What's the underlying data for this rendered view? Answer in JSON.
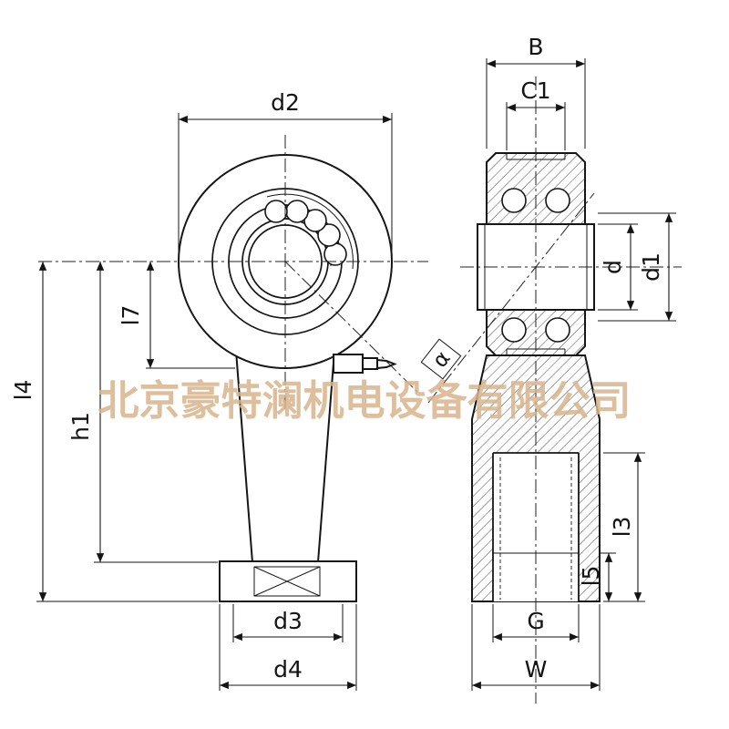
{
  "watermark": {
    "text": "北京豪特澜机电设备有限公司"
  },
  "labels": {
    "d2": "d2",
    "b": "B",
    "c1": "C1",
    "d": "d",
    "d1": "d1",
    "l7": "l7",
    "h1": "h1",
    "l4": "l4",
    "alpha": "α",
    "l3": "l3",
    "l5": "l5",
    "d3": "d3",
    "d4": "d4",
    "g": "G",
    "w": "W"
  },
  "colors": {
    "line": "#161616",
    "watermark": "#d8b48c",
    "background": "#ffffff"
  }
}
